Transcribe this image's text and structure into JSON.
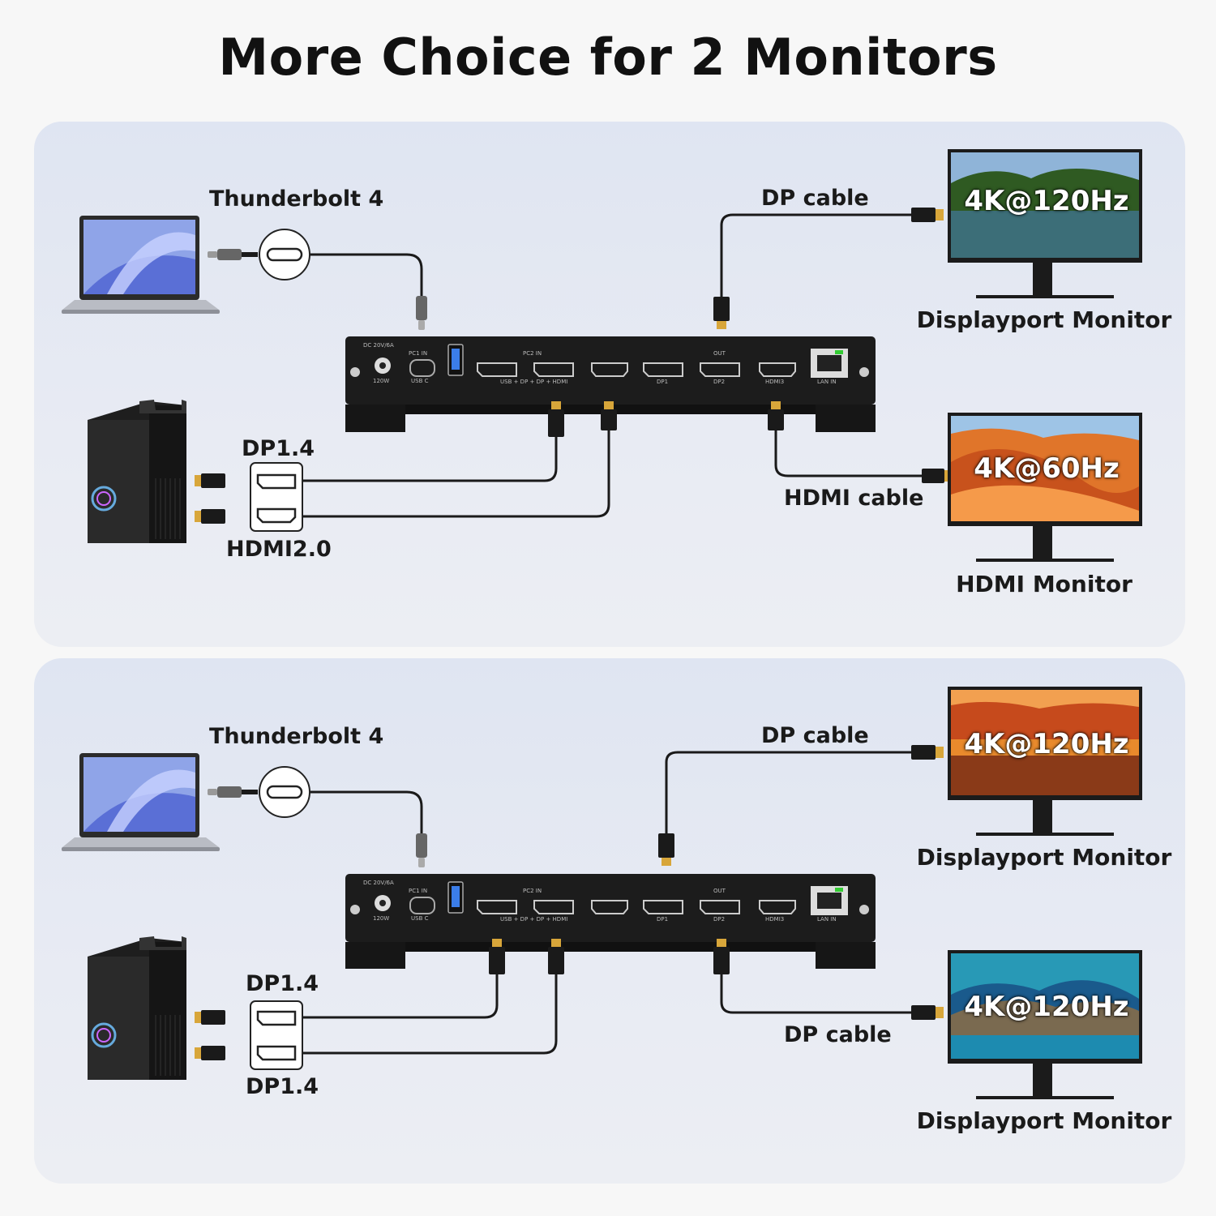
{
  "title": "More Choice for 2 Monitors",
  "panel_top": {
    "laptop_label": "Thunderbolt 4",
    "pc_port1_label": "DP1.4",
    "pc_port2_label": "HDMI2.0",
    "cable1_label": "DP cable",
    "cable2_label": "HDMI cable",
    "monitor1": {
      "resolution": "4K@120Hz",
      "name": "Displayport Monitor"
    },
    "monitor2": {
      "resolution": "4K@60Hz",
      "name": "HDMI Monitor"
    }
  },
  "panel_bottom": {
    "laptop_label": "Thunderbolt 4",
    "pc_port1_label": "DP1.4",
    "pc_port2_label": "DP1.4",
    "cable1_label": "DP cable",
    "cable2_label": "DP cable",
    "monitor1": {
      "resolution": "4K@120Hz",
      "name": "Displayport Monitor"
    },
    "monitor2": {
      "resolution": "4K@120Hz",
      "name": "Displayport Monitor"
    }
  },
  "kvm_labels": {
    "dc_in": "DC 20V/6A",
    "power": "120W",
    "pc1_in": "PC1 IN",
    "usb_c": "USB C",
    "pc2_in": "PC2 IN",
    "pc2_ports": "USB + DP + DP + HDMI",
    "out": "OUT",
    "dp1": "DP1",
    "dp2": "DP2",
    "hdmi3": "HDMI3",
    "lan_in": "LAN IN"
  },
  "colors": {
    "panel_bg": "#e3e7f1",
    "kvm_body": "#1c1c1c",
    "cable": "#1a1a1a",
    "connector_gold": "#d8a63a"
  }
}
